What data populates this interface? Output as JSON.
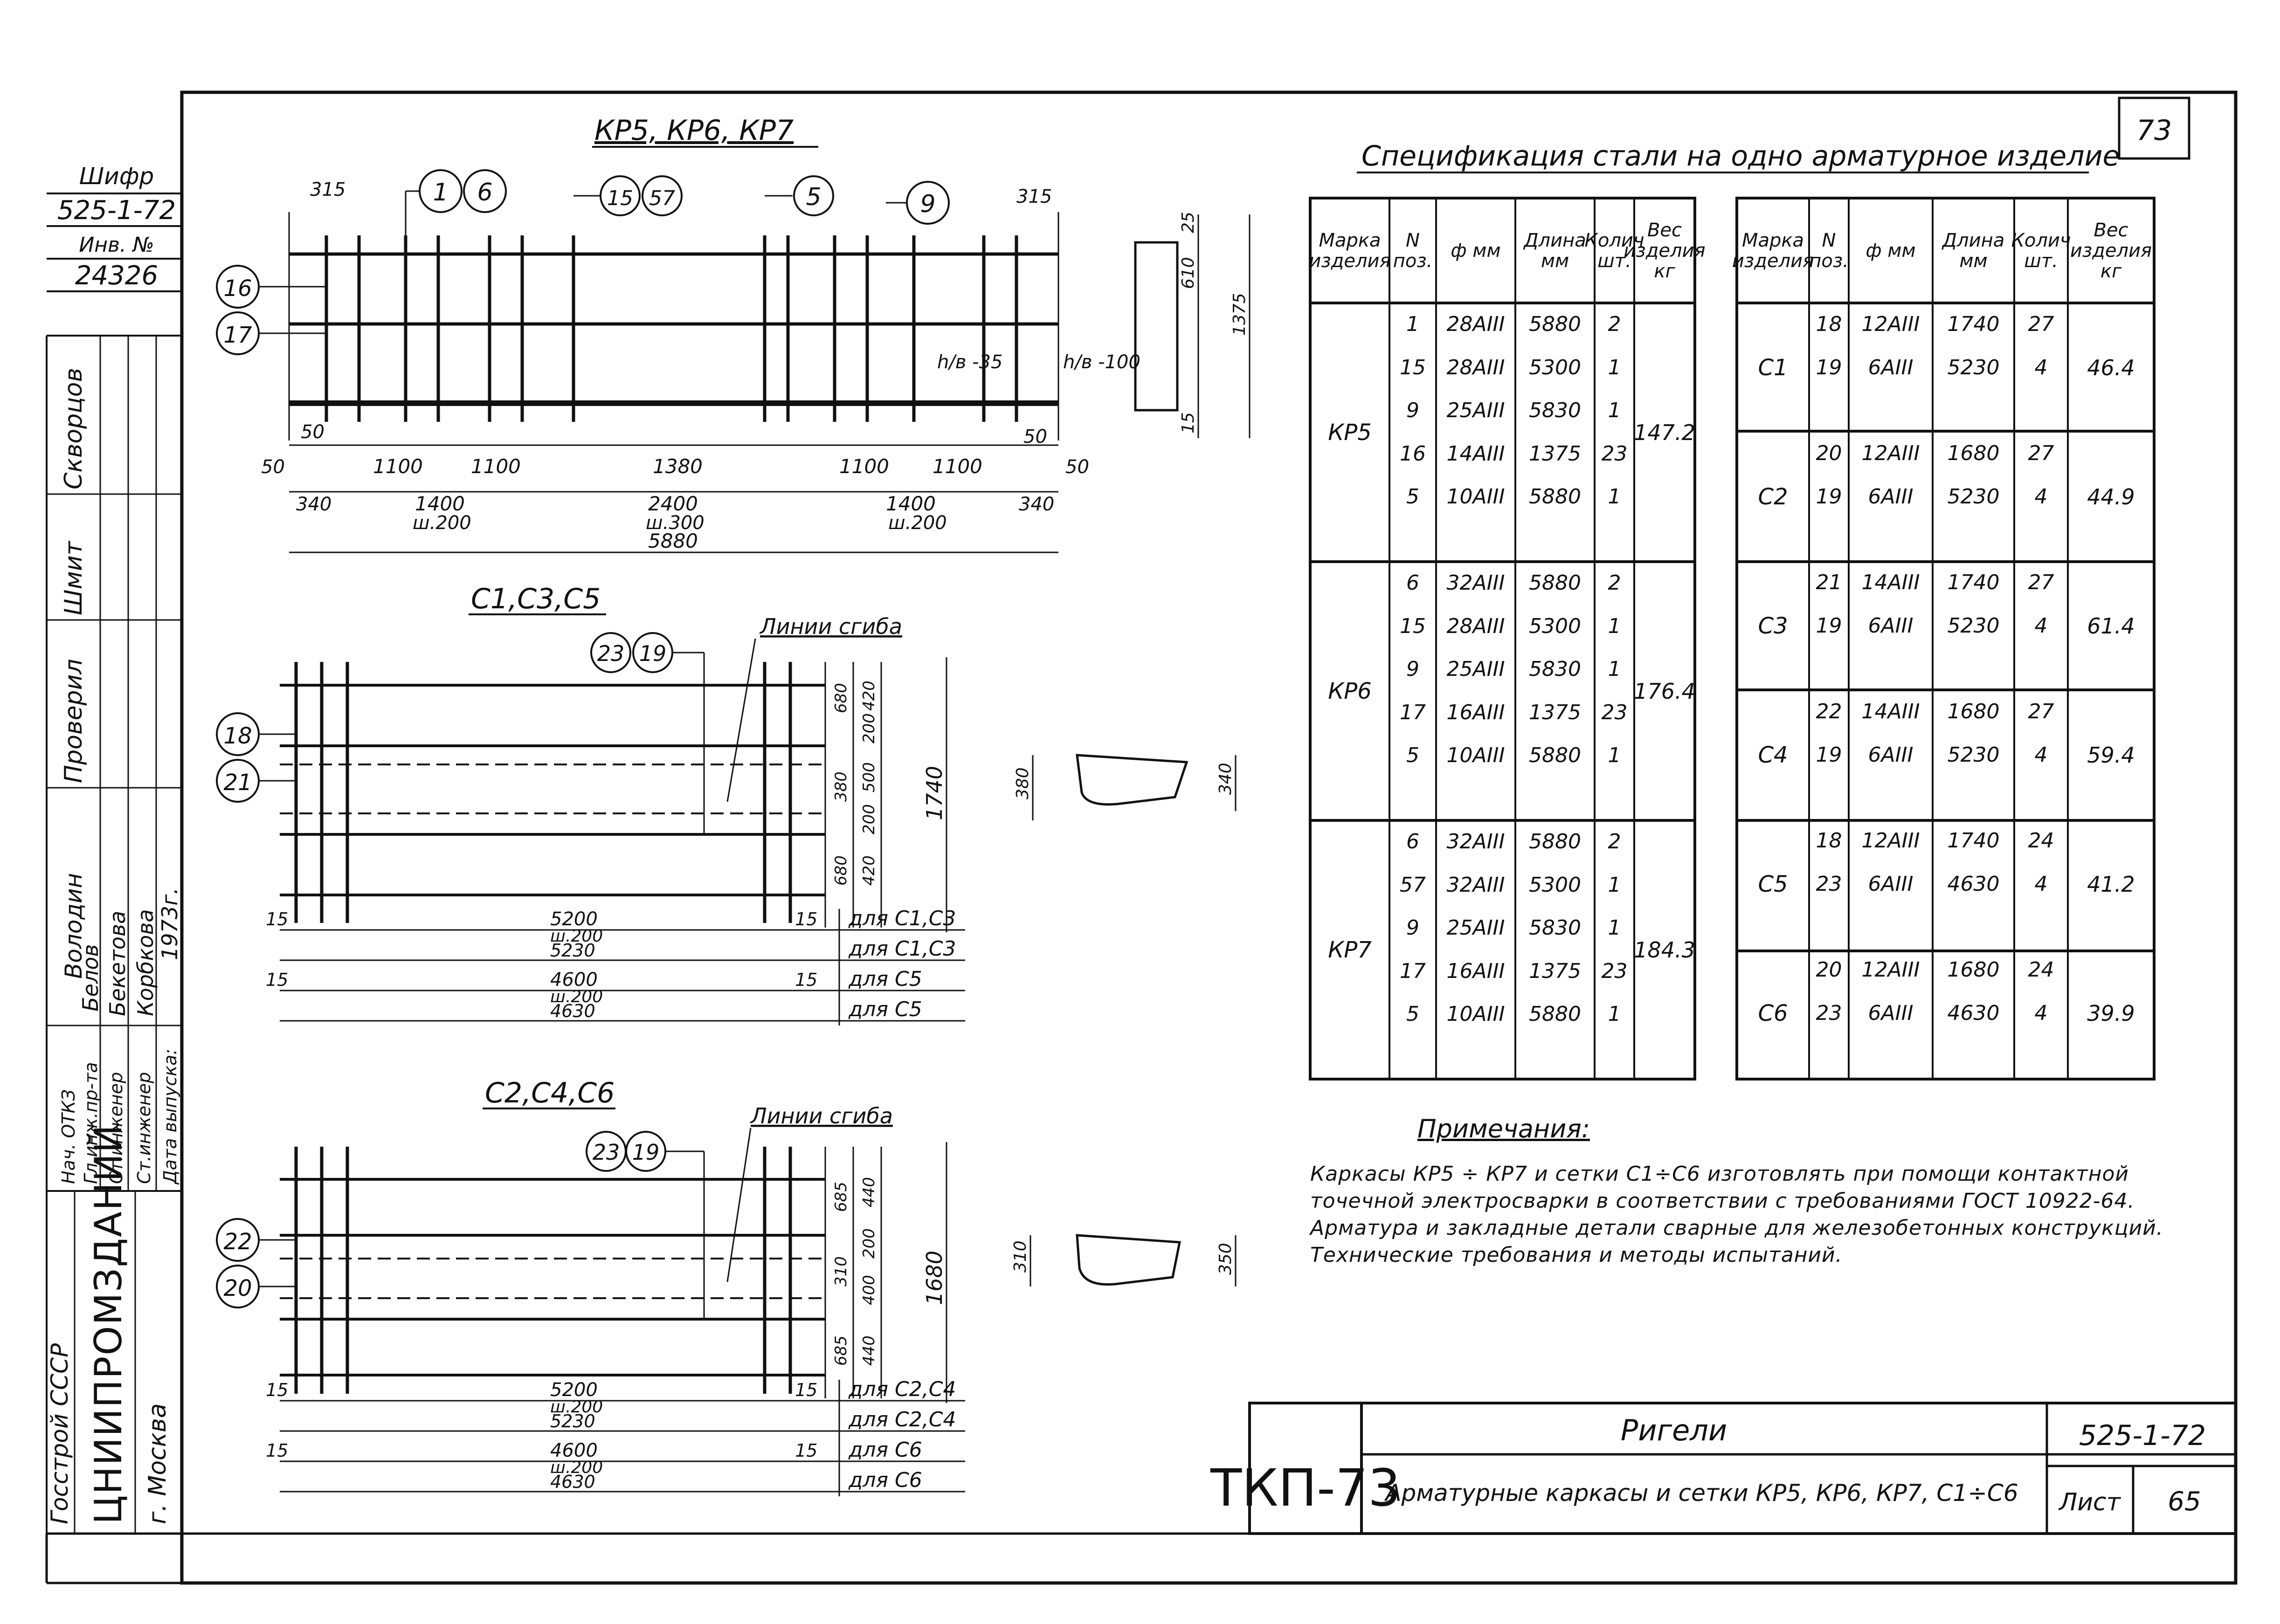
{
  "sheet_number_top": "73",
  "side_block": {
    "code_label": "Шифр",
    "code": "525-1-72",
    "inv_label": "Инв. №",
    "inv": "24326",
    "roles": [
      "Нач. ОТКЗ",
      "Гл.инж.пр-та",
      "Ст.инженер",
      "Ст.инженер",
      "Дата выпуска:"
    ],
    "persons": [
      "Володин",
      "Белов",
      "Бекетова",
      "Корбкова",
      "1973г."
    ],
    "checks": [
      "Скворцов",
      "Шмит",
      "Проверил"
    ],
    "org1": "Госстрой СССР",
    "org2": "ЦНИИПРОМЗДАНИЙ",
    "city": "г. Москва"
  },
  "drawing_kp": {
    "title": "КР5, КР6, КР7",
    "marks": [
      "1",
      "6",
      "15",
      "57",
      "5",
      "9",
      "16",
      "17"
    ],
    "dims_top": [
      "315",
      "315"
    ],
    "dims_row1": [
      "1100",
      "1100",
      "1380",
      "1100",
      "1100"
    ],
    "dims_row2": [
      "340",
      "1400",
      "2400",
      "1400",
      "340"
    ],
    "dims_row2_sub": [
      "ш.200",
      "ш.300",
      "ш.200"
    ],
    "total": "5880",
    "side_dims": [
      "50",
      "50",
      "50",
      "50"
    ],
    "h_notes": [
      "h/в -35",
      "h/в -100"
    ],
    "section_dims": [
      "25",
      "610",
      "1375",
      "15"
    ]
  },
  "drawing_c1": {
    "title": "С1,С3,С5",
    "marks": [
      "23",
      "19",
      "18",
      "21"
    ],
    "cut_label": "Линии сгиба",
    "vdims": [
      "680",
      "420",
      "380",
      "500",
      "200",
      "680",
      "420",
      "200",
      "1740"
    ],
    "rows": [
      {
        "left": "15",
        "dim": "5200",
        "right": "15",
        "note": "для С1,С3"
      },
      {
        "sub": "ш.200",
        "dim": "5230",
        "note": "для С1,С3"
      },
      {
        "left": "15",
        "dim": "4600",
        "right": "15",
        "note": "для С5"
      },
      {
        "sub": "ш.200",
        "dim": "4630",
        "note": "для С5"
      }
    ],
    "section": [
      "380",
      "340"
    ]
  },
  "drawing_c2": {
    "title": "С2,С4,С6",
    "marks": [
      "23",
      "19",
      "22",
      "20"
    ],
    "cut_label": "Линии сгиба",
    "vdims": [
      "685",
      "440",
      "310",
      "200",
      "400",
      "685",
      "440",
      "1680"
    ],
    "rows": [
      {
        "left": "15",
        "dim": "5200",
        "right": "15",
        "note": "для С2,С4"
      },
      {
        "sub": "ш.200",
        "dim": "5230",
        "note": "для С2,С4"
      },
      {
        "left": "15",
        "dim": "4600",
        "right": "15",
        "note": "для С6"
      },
      {
        "sub": "ш.200",
        "dim": "4630",
        "note": "для С6"
      }
    ],
    "section": [
      "310",
      "350"
    ]
  },
  "spec": {
    "title": "Спецификация стали на одно арматурное изделие",
    "headers": [
      "Марка изделия",
      "N поз.",
      "ф мм",
      "Длина мм",
      "Колич шт.",
      "Вес изделия кг"
    ],
    "left": [
      {
        "mark": "КР5",
        "weight": "147.2",
        "rows": [
          [
            "1",
            "28AIII",
            "5880",
            "2"
          ],
          [
            "15",
            "28AIII",
            "5300",
            "1"
          ],
          [
            "9",
            "25AIII",
            "5830",
            "1"
          ],
          [
            "16",
            "14AIII",
            "1375",
            "23"
          ],
          [
            "5",
            "10AIII",
            "5880",
            "1"
          ]
        ]
      },
      {
        "mark": "КР6",
        "weight": "176.4",
        "rows": [
          [
            "6",
            "32AIII",
            "5880",
            "2"
          ],
          [
            "15",
            "28AIII",
            "5300",
            "1"
          ],
          [
            "9",
            "25AIII",
            "5830",
            "1"
          ],
          [
            "17",
            "16AIII",
            "1375",
            "23"
          ],
          [
            "5",
            "10AIII",
            "5880",
            "1"
          ]
        ]
      },
      {
        "mark": "КР7",
        "weight": "184.3",
        "rows": [
          [
            "6",
            "32AIII",
            "5880",
            "2"
          ],
          [
            "57",
            "32AIII",
            "5300",
            "1"
          ],
          [
            "9",
            "25AIII",
            "5830",
            "1"
          ],
          [
            "17",
            "16AIII",
            "1375",
            "23"
          ],
          [
            "5",
            "10AIII",
            "5880",
            "1"
          ]
        ]
      }
    ],
    "right": [
      {
        "mark": "С1",
        "weight": "46.4",
        "rows": [
          [
            "18",
            "12AIII",
            "1740",
            "27"
          ],
          [
            "19",
            "6AIII",
            "5230",
            "4"
          ]
        ]
      },
      {
        "mark": "С2",
        "weight": "44.9",
        "rows": [
          [
            "20",
            "12AIII",
            "1680",
            "27"
          ],
          [
            "19",
            "6AIII",
            "5230",
            "4"
          ]
        ]
      },
      {
        "mark": "С3",
        "weight": "61.4",
        "rows": [
          [
            "21",
            "14AIII",
            "1740",
            "27"
          ],
          [
            "19",
            "6AIII",
            "5230",
            "4"
          ]
        ]
      },
      {
        "mark": "С4",
        "weight": "59.4",
        "rows": [
          [
            "22",
            "14AIII",
            "1680",
            "27"
          ],
          [
            "19",
            "6AIII",
            "5230",
            "4"
          ]
        ]
      },
      {
        "mark": "С5",
        "weight": "41.2",
        "rows": [
          [
            "18",
            "12AIII",
            "1740",
            "24"
          ],
          [
            "23",
            "6AIII",
            "4630",
            "4"
          ]
        ]
      },
      {
        "mark": "С6",
        "weight": "39.9",
        "rows": [
          [
            "20",
            "12AIII",
            "1680",
            "24"
          ],
          [
            "23",
            "6AIII",
            "4630",
            "4"
          ]
        ]
      }
    ]
  },
  "note": {
    "title": "Примечания:",
    "text": "Каркасы КР5 ÷ КР7 и сетки С1÷С6 изготовлять при помощи контактной точечной электросварки в соответствии с требованиями ГОСТ 10922-64. Арматура и закладные детали сварные для железобетонных конструкций. Технические требования и методы испытаний."
  },
  "stamp": {
    "code_left": "ТКП-73",
    "title": "Ригели",
    "subtitle": "Арматурные каркасы и сетки КР5, КР6, КР7, С1÷С6",
    "doc": "525-1-72",
    "sheet_label": "Лист",
    "sheet": "65"
  }
}
